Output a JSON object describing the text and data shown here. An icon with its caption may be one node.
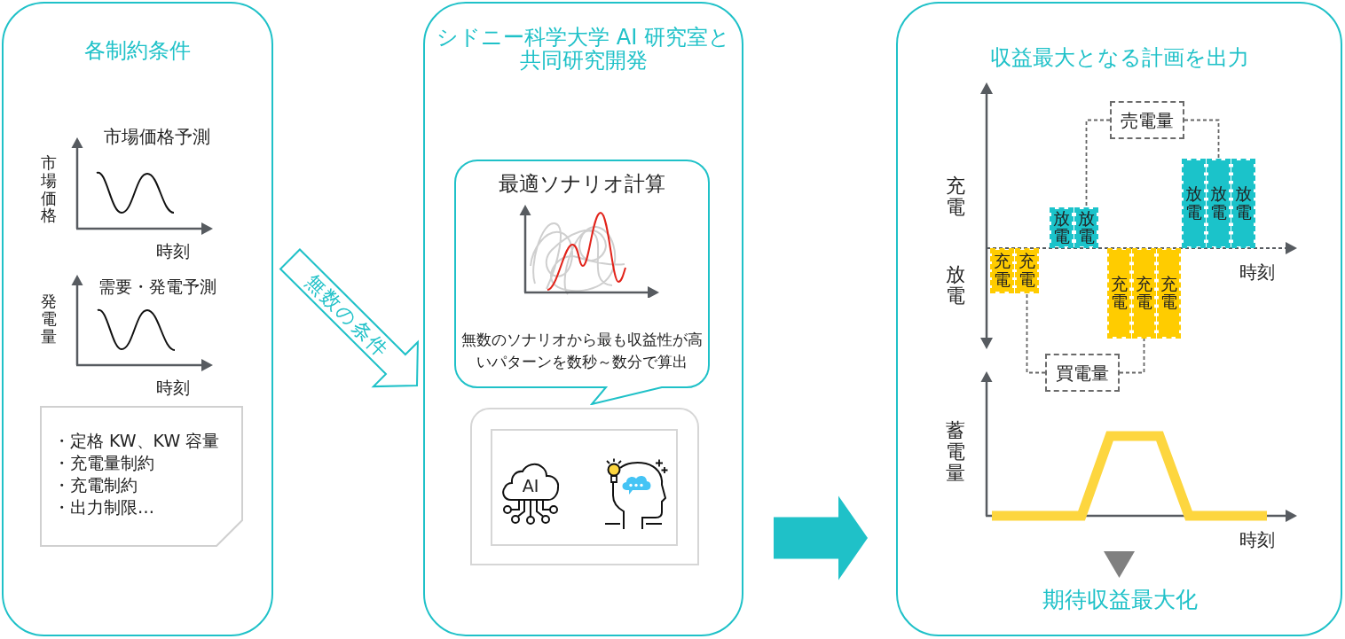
{
  "diagram": {
    "nodes": [
      {
        "text": [
          "各制約条件"
        ]
      },
      {
        "text": [
          "・定格 KW、KW 容量",
          "・充電量制約",
          "・充電制約",
          "・出力制限…"
        ],
        "in": 0
      },
      {
        "text": [
          "シドニー科学大学 AI 研究室と共同研究開発"
        ]
      },
      {
        "text": [
          "最適ソナリオ計算",
          "無数のソナリオから最も収益性が高いパターンを数秒～数分で算出"
        ],
        "in": 2
      },
      {
        "text": [],
        "shape": "box",
        "in": 2
      },
      {
        "text": [
          "収益最大となる計画を出力"
        ]
      },
      {
        "text": [
          "売電量"
        ],
        "in": 5
      },
      {
        "text": [
          "放電"
        ],
        "in": 5
      },
      {
        "text": [
          "放電"
        ],
        "in": 5
      },
      {
        "text": [
          "放電"
        ],
        "in": 5
      },
      {
        "text": [
          "放電"
        ],
        "in": 5
      },
      {
        "text": [
          "放電"
        ],
        "in": 5
      },
      {
        "text": [
          "充電"
        ],
        "in": 5
      },
      {
        "text": [
          "充電"
        ],
        "in": 5
      },
      {
        "text": [
          "充電"
        ],
        "in": 5
      },
      {
        "text": [
          "充電"
        ],
        "in": 5
      },
      {
        "text": [
          "充電"
        ],
        "in": 5
      },
      {
        "text": [
          "買電量"
        ],
        "in": 5
      }
    ],
    "edges": [
      {
        "from": 0,
        "to": 2,
        "arrow": "to",
        "label": "無数の条件",
        "color": "#1fc1c8"
      },
      {
        "from": 2,
        "to": 5,
        "arrow": "to",
        "style": "thick",
        "color": "#1fc1c8"
      },
      {
        "from": 6,
        "to": 11,
        "arrow": "none",
        "style": "dashed"
      },
      {
        "from": 6,
        "to": 8,
        "arrow": "none",
        "style": "dashed"
      },
      {
        "from": 17,
        "to": 13,
        "arrow": "none",
        "style": "dashed"
      },
      {
        "from": 17,
        "to": 15,
        "arrow": "none",
        "style": "dashed"
      }
    ],
    "labels": [
      "市場価格予測",
      "市場価格",
      "時刻",
      "需要・発電予測",
      "発電量",
      "時刻",
      "AI",
      "充電",
      "放電",
      "時刻",
      "蓄電量",
      "時刻",
      "期待収益最大化"
    ]
  }
}
